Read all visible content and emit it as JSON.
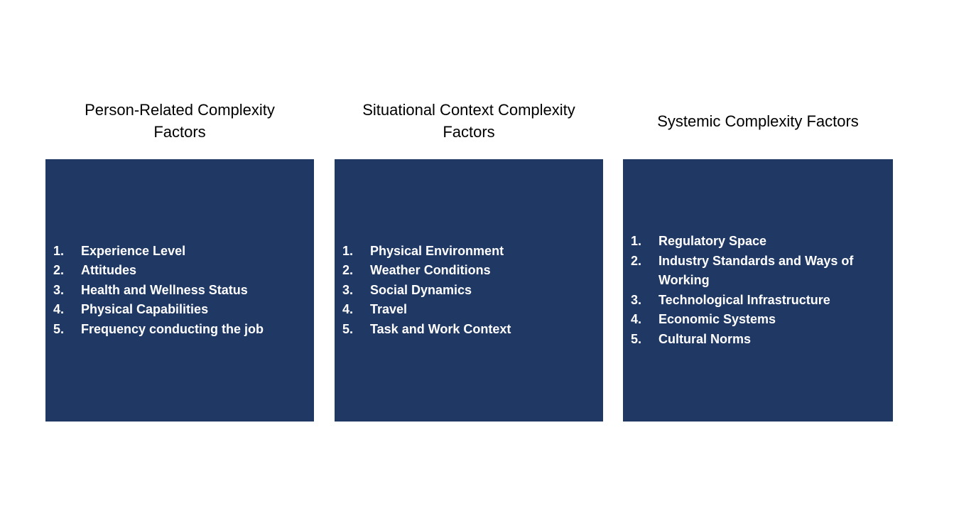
{
  "colors": {
    "box_background": "#203864",
    "box_text": "#ffffff",
    "title_text": "#000000",
    "page_background": "#ffffff"
  },
  "columns": [
    {
      "title_lines": [
        "Person-Related Complexity",
        "Factors"
      ],
      "items": [
        {
          "num": "1.",
          "text": "Experience Level"
        },
        {
          "num": "2.",
          "text": "Attitudes"
        },
        {
          "num": "3.",
          "text": "Health and Wellness Status"
        },
        {
          "num": "4.",
          "text": "Physical Capabilities"
        },
        {
          "num": "5.",
          "text": "Frequency conducting the job"
        }
      ]
    },
    {
      "title_lines": [
        "Situational Context Complexity",
        "Factors"
      ],
      "items": [
        {
          "num": "1.",
          "text": "Physical Environment"
        },
        {
          "num": "2.",
          "text": "Weather Conditions"
        },
        {
          "num": "3.",
          "text": "Social Dynamics"
        },
        {
          "num": "4.",
          "text": "Travel"
        },
        {
          "num": "5.",
          "text": "Task and Work Context"
        }
      ]
    },
    {
      "title_lines": [
        "Systemic Complexity Factors"
      ],
      "items": [
        {
          "num": "1.",
          "text": "Regulatory Space"
        },
        {
          "num": "2.",
          "text": "Industry Standards and Ways of Working"
        },
        {
          "num": "3.",
          "text": "Technological Infrastructure"
        },
        {
          "num": "4.",
          "text": "Economic Systems"
        },
        {
          "num": "5.",
          "text": "Cultural Norms"
        }
      ]
    }
  ]
}
